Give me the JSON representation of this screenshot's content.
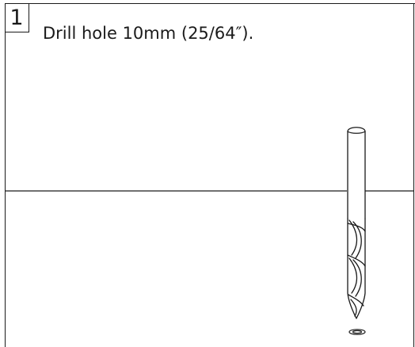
{
  "step": {
    "number": "1",
    "instruction": "Drill hole 10mm (25/64″)."
  },
  "illustration": {
    "subject": "drill-bit",
    "surface": "wall-line"
  },
  "colors": {
    "line": "#1a1a1a",
    "background": "#ffffff"
  }
}
